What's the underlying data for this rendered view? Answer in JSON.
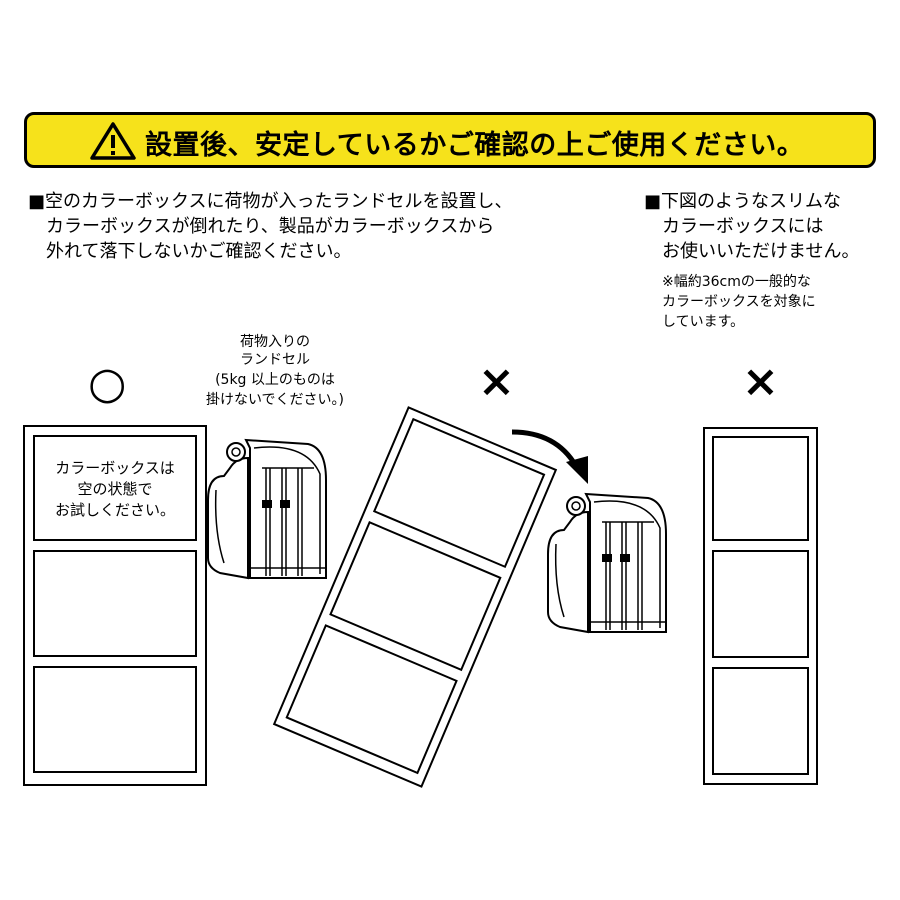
{
  "banner": {
    "text": "設置後、安定しているかご確認の上ご使用ください。",
    "icon": "warning-triangle-icon",
    "color": "#f6e21b"
  },
  "left_note": {
    "line1": "■空のカラーボックスに荷物が入ったランドセルを設置し、",
    "line2": "カラーボックスが倒れたり、製品がカラーボックスから",
    "line3": "外れて落下しないかご確認ください。"
  },
  "right_note": {
    "line1": "■下図のようなスリムな",
    "line2": "カラーボックスには",
    "line3": "お使いいただけません。",
    "sub1": "※幅約36cmの一般的な",
    "sub2": "カラーボックスを対象に",
    "sub3": "しています。"
  },
  "bag_label": {
    "line1": "荷物入りの",
    "line2": "ランドセル",
    "line3": "(5kg 以上のものは",
    "line4": "掛けないでください。)"
  },
  "box_label": {
    "line1": "カラーボックスは",
    "line2": "空の状態で",
    "line3": "お試しください。"
  },
  "symbols": {
    "ok": "○",
    "ng_tipping": "×",
    "ng_slim": "×"
  }
}
